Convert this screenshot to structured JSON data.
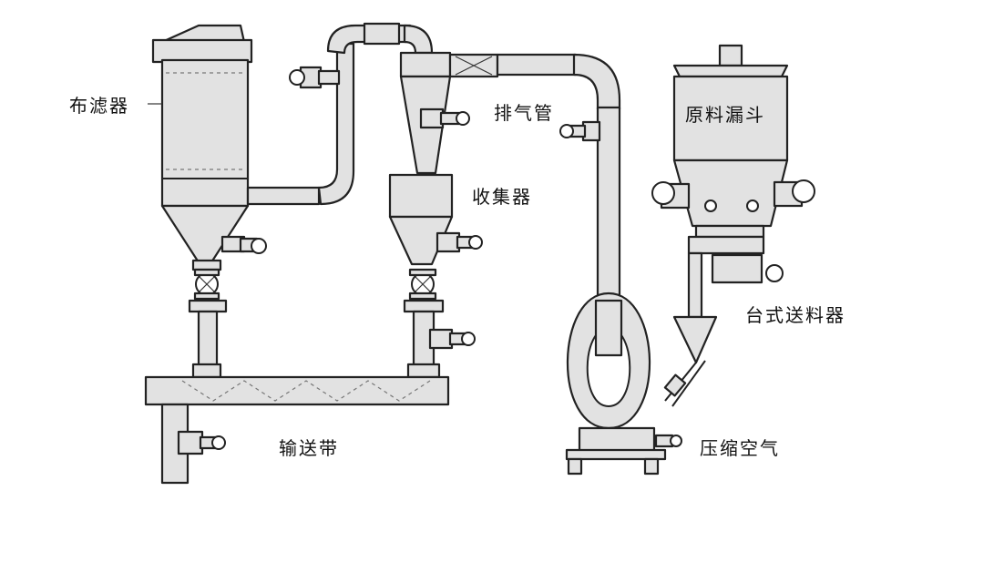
{
  "labels": {
    "bag_filter": "布滤器",
    "exhaust_pipe": "排气管",
    "raw_hopper": "原料漏斗",
    "collector": "收集器",
    "table_feeder": "台式送料器",
    "conveyor": "输送带",
    "compressed_air": "压缩空气"
  },
  "colors": {
    "line": "#222222",
    "fill": "#e2e2e2",
    "background": "#ffffff"
  }
}
